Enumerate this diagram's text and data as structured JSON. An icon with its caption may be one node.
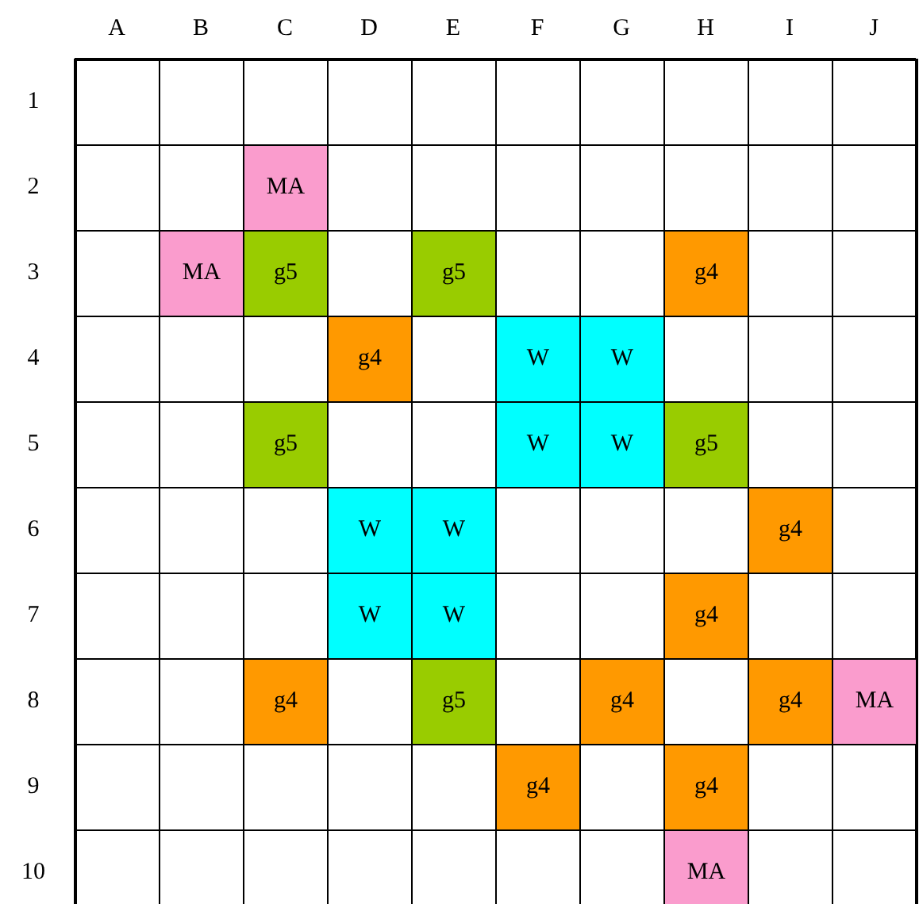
{
  "diagram": {
    "labels": [
      "A",
      "B",
      "C",
      "D",
      "E",
      "F",
      "G",
      "H",
      "I",
      "J",
      "1",
      "2",
      "MA",
      "3",
      "MA",
      "g5",
      "g5",
      "g4",
      "4",
      "g4",
      "W",
      "W",
      "5",
      "g5",
      "W",
      "W",
      "g5",
      "6",
      "W",
      "W",
      "g4",
      "7",
      "W",
      "W",
      "g4",
      "8",
      "g4",
      "g5",
      "g4",
      "g4",
      "MA",
      "9",
      "g4",
      "g4",
      "10",
      "MA"
    ]
  }
}
